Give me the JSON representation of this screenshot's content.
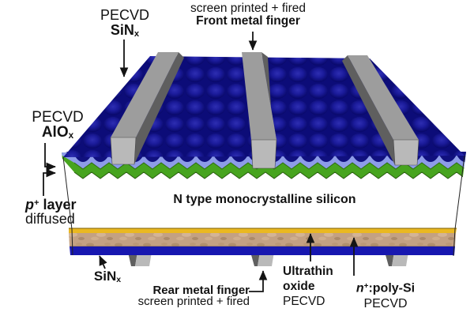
{
  "labels": {
    "front_sin": {
      "line1": "PECVD",
      "name": "SiN",
      "sub": "x"
    },
    "front_finger": {
      "line1": "screen printed + fired",
      "line2": "Front metal finger"
    },
    "alox": {
      "line1": "PECVD",
      "name": "AlO",
      "sub": "x"
    },
    "p_layer": {
      "sym": "p",
      "sup": "+",
      "rest": " layer",
      "line2": "diffused"
    },
    "bulk": {
      "text": "N type monocrystalline silicon"
    },
    "rear_sin": {
      "name": "SiN",
      "sub": "x"
    },
    "rear_finger": {
      "line1": "Rear metal finger",
      "line2": "screen printed + fired"
    },
    "oxide": {
      "line1": "Ultrathin",
      "line2": "oxide",
      "line3": "PECVD"
    },
    "poly": {
      "sym": "n",
      "sup": "+",
      "rest": ":poly-Si",
      "line2": "PECVD"
    }
  },
  "colors": {
    "texture_base": "#0c0c78",
    "bump_light": "#2e2eb2",
    "navy_edge": "#10107e",
    "alox_layer": "#8d9ce8",
    "p_layer": "#47a41f",
    "bulk": "#ffffff",
    "oxide_layer": "#eab821",
    "poly_layer": "#c3a183",
    "rear_sin_layer": "#1717b0",
    "metal_front": "#b9b9b9",
    "metal_top": "#9d9d9d",
    "metal_side": "#5f5f5f",
    "arrow": "#141414"
  }
}
